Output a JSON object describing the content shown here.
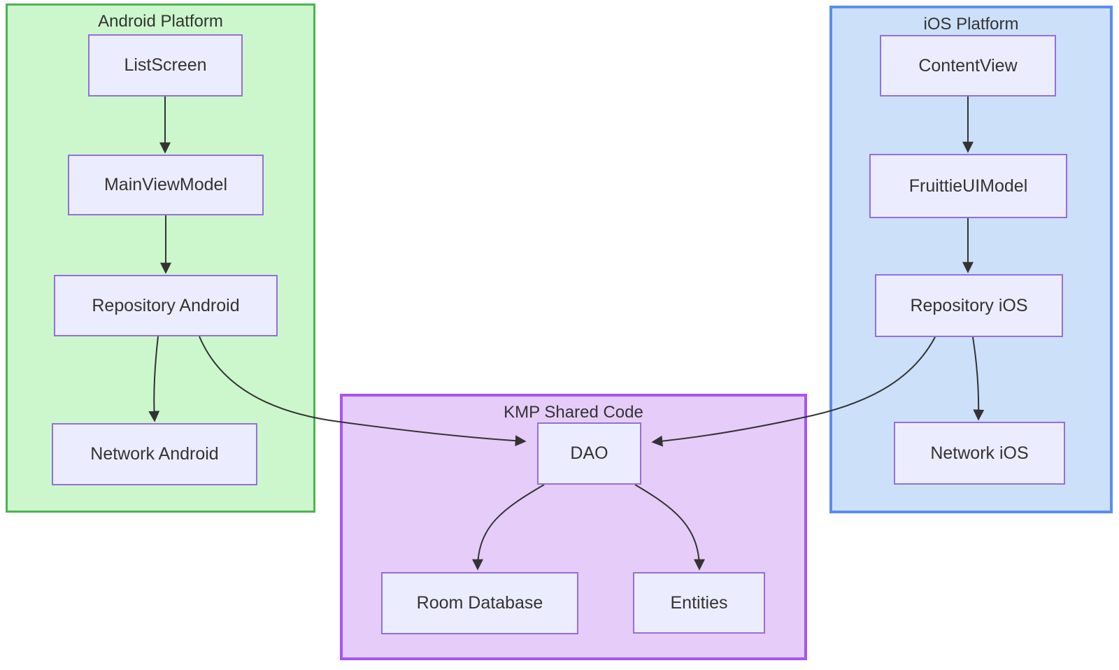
{
  "diagram_type": "flowchart",
  "containers": {
    "android": {
      "title": "Android Platform"
    },
    "ios": {
      "title": "iOS Platform"
    },
    "kmp": {
      "title": "KMP Shared Code"
    }
  },
  "nodes": {
    "listscreen": {
      "label": "ListScreen"
    },
    "mainviewmodel": {
      "label": "MainViewModel"
    },
    "repository_android": {
      "label": "Repository Android"
    },
    "network_android": {
      "label": "Network Android"
    },
    "contentview": {
      "label": "ContentView"
    },
    "fruittieuimodel": {
      "label": "FruittieUIModel"
    },
    "repository_ios": {
      "label": "Repository iOS"
    },
    "network_ios": {
      "label": "Network iOS"
    },
    "dao": {
      "label": "DAO"
    },
    "room_database": {
      "label": "Room Database"
    },
    "entities": {
      "label": "Entities"
    }
  },
  "edges": [
    {
      "from": "ListScreen",
      "to": "MainViewModel"
    },
    {
      "from": "MainViewModel",
      "to": "Repository Android"
    },
    {
      "from": "Repository Android",
      "to": "Network Android"
    },
    {
      "from": "Repository Android",
      "to": "DAO"
    },
    {
      "from": "ContentView",
      "to": "FruittieUIModel"
    },
    {
      "from": "FruittieUIModel",
      "to": "Repository iOS"
    },
    {
      "from": "Repository iOS",
      "to": "Network iOS"
    },
    {
      "from": "Repository iOS",
      "to": "DAO"
    },
    {
      "from": "DAO",
      "to": "Room Database"
    },
    {
      "from": "DAO",
      "to": "Entities"
    }
  ],
  "colors": {
    "android_fill": "#ccf7cc",
    "android_border": "#4fb254",
    "ios_fill": "#cce0fa",
    "ios_border": "#5b8def",
    "kmp_fill": "#e6ccf8",
    "kmp_border": "#a854f5",
    "node_fill": "#ececff",
    "node_border": "#9370db",
    "edge_color": "#333333",
    "text_color": "#333333",
    "background": "#ffffff"
  }
}
